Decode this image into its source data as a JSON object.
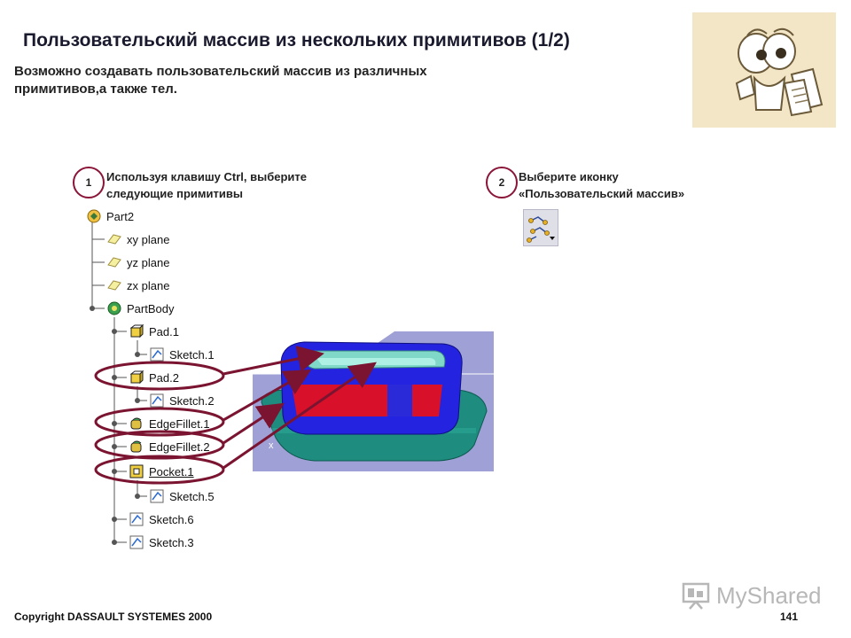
{
  "title": "Пользовательский массив из нескольких примитивов (1/2)",
  "intro": {
    "line1": "Возможно создавать пользовательский массив из различных",
    "line2": "примитивов,а  также тел."
  },
  "steps": [
    {
      "number": "1",
      "line1": "Используя клавишу Ctrl, выберите",
      "line2": "следующие примитивы"
    },
    {
      "number": "2",
      "line1": "Выберите иконку",
      "line2": "«Пользовательский массив»"
    }
  ],
  "tree": [
    {
      "label": "Part2",
      "icon": "part-icon",
      "selected": false
    },
    {
      "label": "xy plane",
      "icon": "plane-icon",
      "selected": false
    },
    {
      "label": "yz plane",
      "icon": "plane-icon",
      "selected": false
    },
    {
      "label": "zx plane",
      "icon": "plane-icon",
      "selected": false
    },
    {
      "label": "PartBody",
      "icon": "body-icon",
      "selected": false
    },
    {
      "label": "Pad.1",
      "icon": "pad-icon",
      "selected": false
    },
    {
      "label": "Sketch.1",
      "icon": "sketch-icon",
      "selected": false
    },
    {
      "label": "Pad.2",
      "icon": "pad-icon",
      "selected": true
    },
    {
      "label": "Sketch.2",
      "icon": "sketch-icon",
      "selected": false
    },
    {
      "label": "EdgeFillet.1",
      "icon": "fillet-icon",
      "selected": true
    },
    {
      "label": "EdgeFillet.2",
      "icon": "fillet-icon",
      "selected": true
    },
    {
      "label": "Pocket.1",
      "icon": "pocket-icon",
      "selected": true
    },
    {
      "label": "Sketch.5",
      "icon": "sketch-icon",
      "selected": false
    },
    {
      "label": "Sketch.6",
      "icon": "sketch-icon",
      "selected": false
    },
    {
      "label": "Sketch.3",
      "icon": "sketch-icon",
      "selected": false
    }
  ],
  "viewport": {
    "axis_label": "x"
  },
  "colors": {
    "highlight_ring": "#7a1430",
    "part_blue": "#2323e0",
    "part_red": "#d8102a",
    "base_teal": "#1e8c7e",
    "background_lavender": "#9ea0d6"
  },
  "footer": {
    "copyright": "Copyright DASSAULT SYSTEMES 2000",
    "page": "141",
    "watermark": "MyShared"
  }
}
